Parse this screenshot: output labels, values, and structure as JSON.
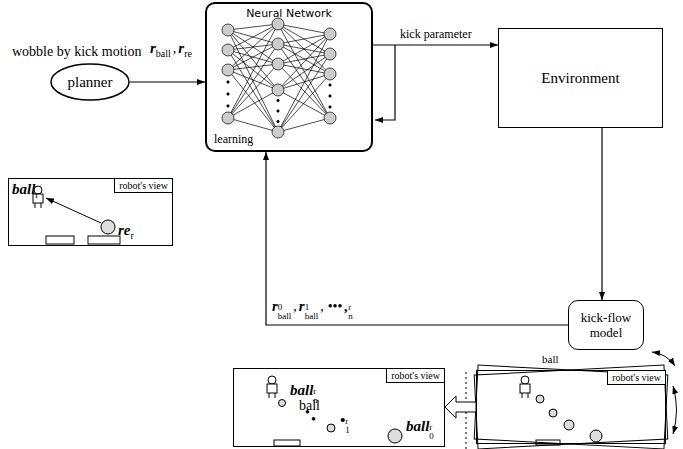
{
  "diagram": {
    "nodes": [
      {
        "text": [
          "planner"
        ]
      },
      {
        "text": [
          "Neural Network",
          "learning"
        ]
      },
      {
        "text": [
          "Environment"
        ]
      },
      {
        "text": [
          "kick-flow model"
        ]
      },
      {
        "text": [
          "robot's view"
        ]
      },
      {
        "text": [
          "robot's view"
        ]
      },
      {
        "text": [
          "robot's view"
        ]
      }
    ],
    "edges": [
      {
        "from": 0,
        "to": 1,
        "arrow": "to"
      },
      {
        "from": 1,
        "to": 2,
        "label": "kick parameter",
        "arrow": "to"
      },
      {
        "from": 2,
        "to": 3,
        "arrow": "to"
      },
      {
        "from": 3,
        "to": 1,
        "arrow": "to"
      },
      {
        "from": 6,
        "to": 5,
        "arrow": "to"
      }
    ],
    "labels": [
      "r",
      "ball",
      ",",
      "r",
      "re",
      "r",
      "0",
      "ball",
      ",",
      "r",
      "1",
      "ball",
      ",",
      "•••",
      ",",
      "r",
      "n",
      "ball",
      "r",
      "re",
      "r",
      "ball",
      "r",
      "n",
      "ball",
      "•",
      "•",
      "•",
      "r",
      "1",
      "ball",
      "r",
      "0",
      "ball",
      "wobble by kick motion"
    ]
  }
}
